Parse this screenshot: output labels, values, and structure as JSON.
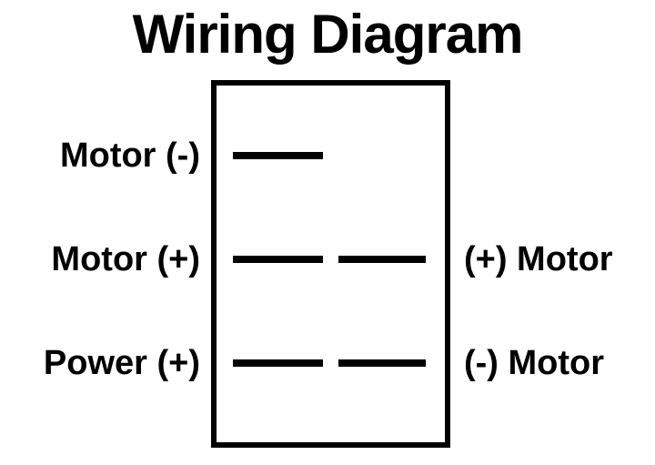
{
  "title": "Wiring Diagram",
  "colors": {
    "background": "#ffffff",
    "ink": "#000000"
  },
  "switch_body": {
    "shape": "rectangle",
    "border_color": "#000000"
  },
  "rows": [
    {
      "id": "row-top",
      "left_label": "Motor (-)",
      "right_label": "",
      "terminals": [
        "left"
      ]
    },
    {
      "id": "row-middle",
      "left_label": "Motor (+)",
      "right_label": "(+) Motor",
      "terminals": [
        "left",
        "right"
      ]
    },
    {
      "id": "row-bottom",
      "left_label": "Power (+)",
      "right_label": "(-) Motor",
      "terminals": [
        "left",
        "right"
      ]
    }
  ]
}
